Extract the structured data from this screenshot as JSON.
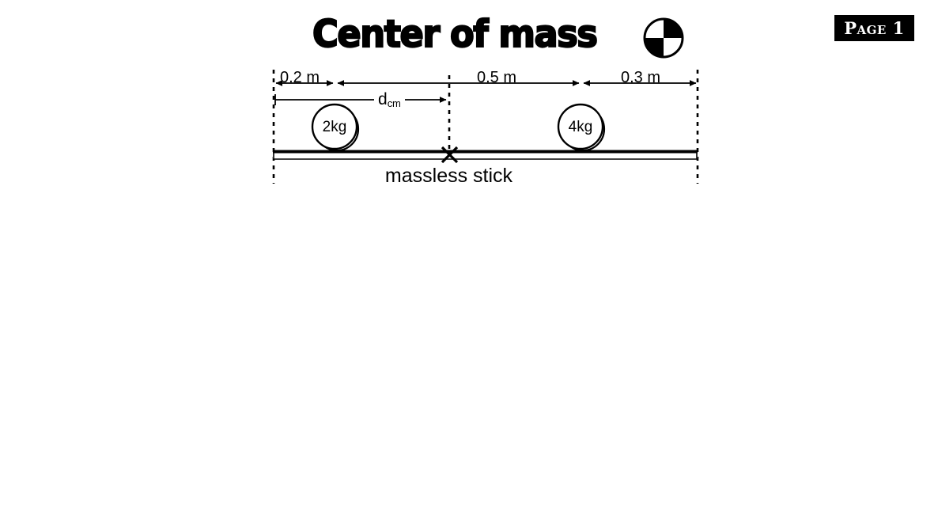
{
  "header": {
    "title": "Center of mass",
    "cm_symbol_name": "center-of-mass-symbol",
    "page_badge": "Page 1"
  },
  "diagram": {
    "name": "center-of-mass-stick-diagram",
    "caption": "massless stick",
    "cm_marker": "X",
    "dcm_label_main": "d",
    "dcm_label_sub": "cm",
    "segments": [
      {
        "label": "0.2 m",
        "value": 0.2,
        "unit": "m",
        "from": "left-end",
        "to": "2kg-mass"
      },
      {
        "label": "0.5 m",
        "value": 0.5,
        "unit": "m",
        "from": "center-of-mass",
        "to": "4kg-mass"
      },
      {
        "label": "0.3 m",
        "value": 0.3,
        "unit": "m",
        "from": "4kg-mass",
        "to": "right-end"
      }
    ],
    "masses": [
      {
        "label": "2kg",
        "value": 2,
        "unit": "kg"
      },
      {
        "label": "4kg",
        "value": 4,
        "unit": "kg"
      }
    ]
  }
}
